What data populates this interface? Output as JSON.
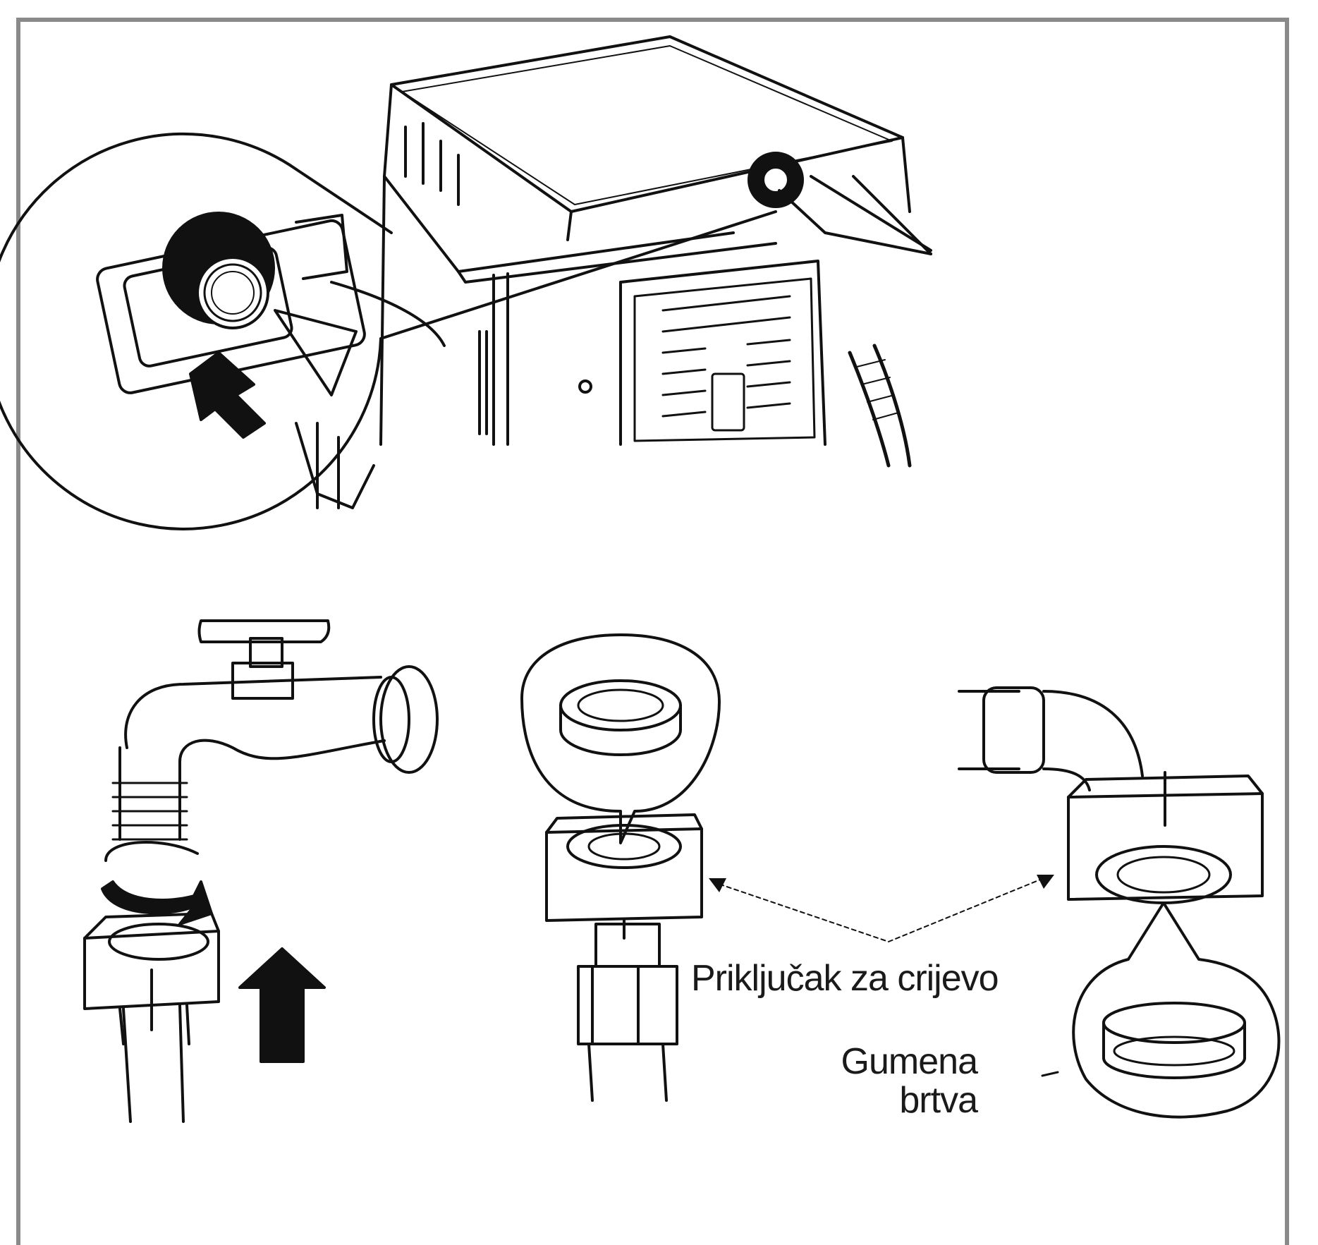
{
  "labels": {
    "hose_connector": "Priključak za crijevo",
    "rubber_seal_line1": "Gumena",
    "rubber_seal_line2": "brtva"
  },
  "colors": {
    "frame": "#8a8a8a",
    "ink": "#111111",
    "paper": "#ffffff"
  }
}
